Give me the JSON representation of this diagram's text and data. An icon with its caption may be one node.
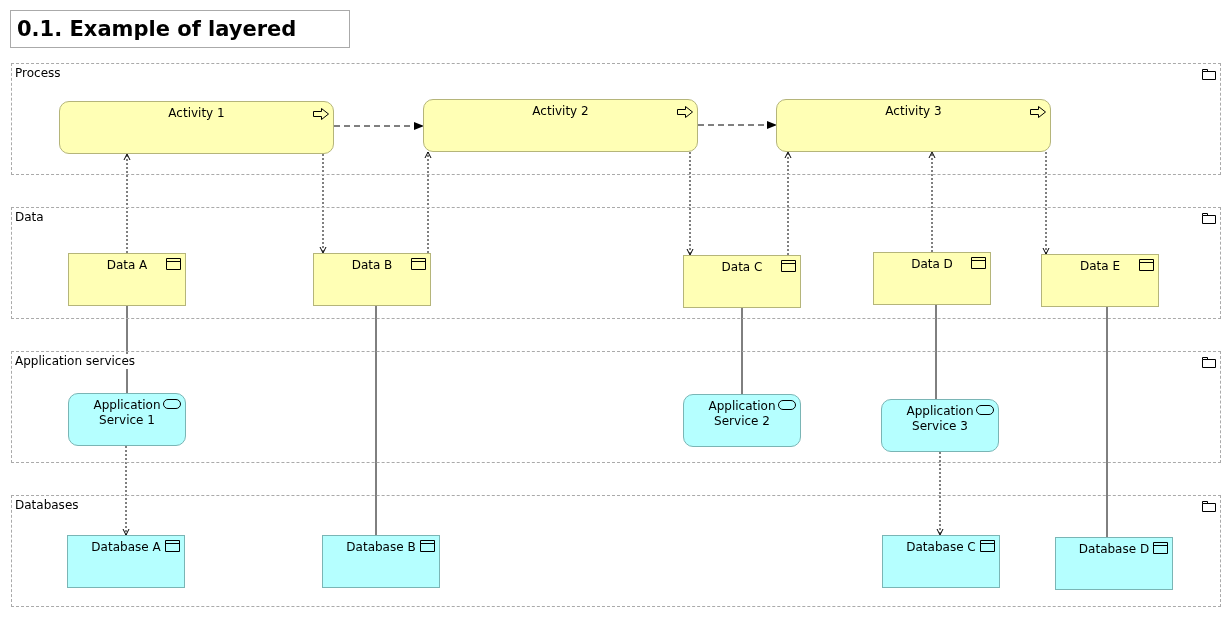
{
  "diagram": {
    "title": "0.1. Example of layered",
    "nodes": [
      {
        "text": [
          "Process"
        ]
      },
      {
        "text": [
          "Activity 1"
        ],
        "in": 0
      },
      {
        "text": [
          "Activity 2"
        ],
        "in": 0
      },
      {
        "text": [
          "Activity 3"
        ],
        "in": 0
      },
      {
        "text": [
          "Data"
        ]
      },
      {
        "text": [
          "Data A"
        ],
        "in": 4
      },
      {
        "text": [
          "Data B"
        ],
        "in": 4
      },
      {
        "text": [
          "Data C"
        ],
        "in": 4
      },
      {
        "text": [
          "Data D"
        ],
        "in": 4
      },
      {
        "text": [
          "Data E"
        ],
        "in": 4
      },
      {
        "text": [
          "Application services"
        ]
      },
      {
        "text": [
          "Application Service 1"
        ],
        "in": 10
      },
      {
        "text": [
          "Application Service 2"
        ],
        "in": 10
      },
      {
        "text": [
          "Application Service 3"
        ],
        "in": 10
      },
      {
        "text": [
          "Databases"
        ]
      },
      {
        "text": [
          "Database A"
        ],
        "in": 14
      },
      {
        "text": [
          "Database B"
        ],
        "in": 14
      },
      {
        "text": [
          "Database C"
        ],
        "in": 14
      },
      {
        "text": [
          "Database D"
        ],
        "in": 14
      }
    ],
    "edges": [
      {
        "from": 1,
        "to": 2,
        "arrow": "to",
        "style": "dashed"
      },
      {
        "from": 2,
        "to": 3,
        "arrow": "to",
        "style": "dashed"
      },
      {
        "from": 5,
        "to": 1,
        "arrow": "to",
        "style": "dashed"
      },
      {
        "from": 1,
        "to": 6,
        "arrow": "to",
        "style": "dashed"
      },
      {
        "from": 6,
        "to": 2,
        "arrow": "to",
        "style": "dashed"
      },
      {
        "from": 2,
        "to": 7,
        "arrow": "to",
        "style": "dashed"
      },
      {
        "from": 7,
        "to": 3,
        "arrow": "to",
        "style": "dashed"
      },
      {
        "from": 8,
        "to": 3,
        "arrow": "to",
        "style": "dashed"
      },
      {
        "from": 3,
        "to": 9,
        "arrow": "to",
        "style": "dashed"
      },
      {
        "from": 5,
        "to": 11,
        "arrow": "none"
      },
      {
        "from": 6,
        "to": 16,
        "arrow": "none"
      },
      {
        "from": 7,
        "to": 12,
        "arrow": "none"
      },
      {
        "from": 8,
        "to": 13,
        "arrow": "none"
      },
      {
        "from": 9,
        "to": 18,
        "arrow": "none"
      },
      {
        "from": 11,
        "to": 15,
        "arrow": "to",
        "style": "dashed"
      },
      {
        "from": 13,
        "to": 17,
        "arrow": "to",
        "style": "dashed"
      }
    ]
  }
}
